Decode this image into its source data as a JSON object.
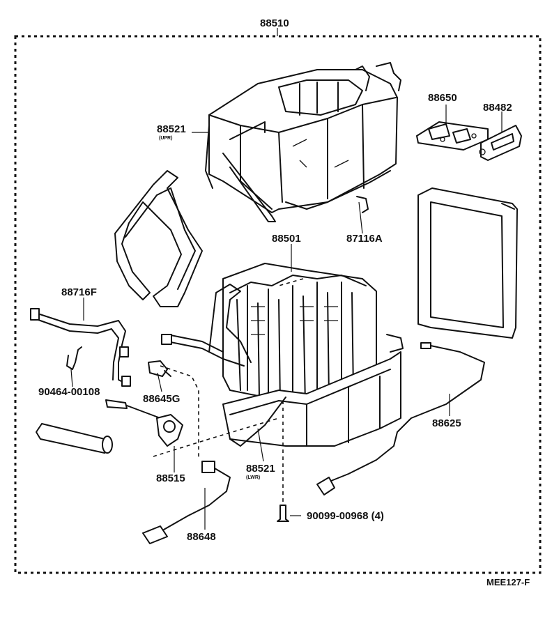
{
  "diagram": {
    "assembly_label": "88510",
    "figure_code": "MEE127-F",
    "parts": [
      {
        "number": "88521",
        "sub": "(UPR)"
      },
      {
        "number": "88650"
      },
      {
        "number": "88482"
      },
      {
        "number": "87116A"
      },
      {
        "number": "88501"
      },
      {
        "number": "88716F"
      },
      {
        "number": "90464-00108"
      },
      {
        "number": "88645G"
      },
      {
        "number": "88515"
      },
      {
        "number": "88521",
        "sub": "(LWR)"
      },
      {
        "number": "88625"
      },
      {
        "number": "88648"
      },
      {
        "number": "90099-00968 (4)"
      }
    ]
  }
}
